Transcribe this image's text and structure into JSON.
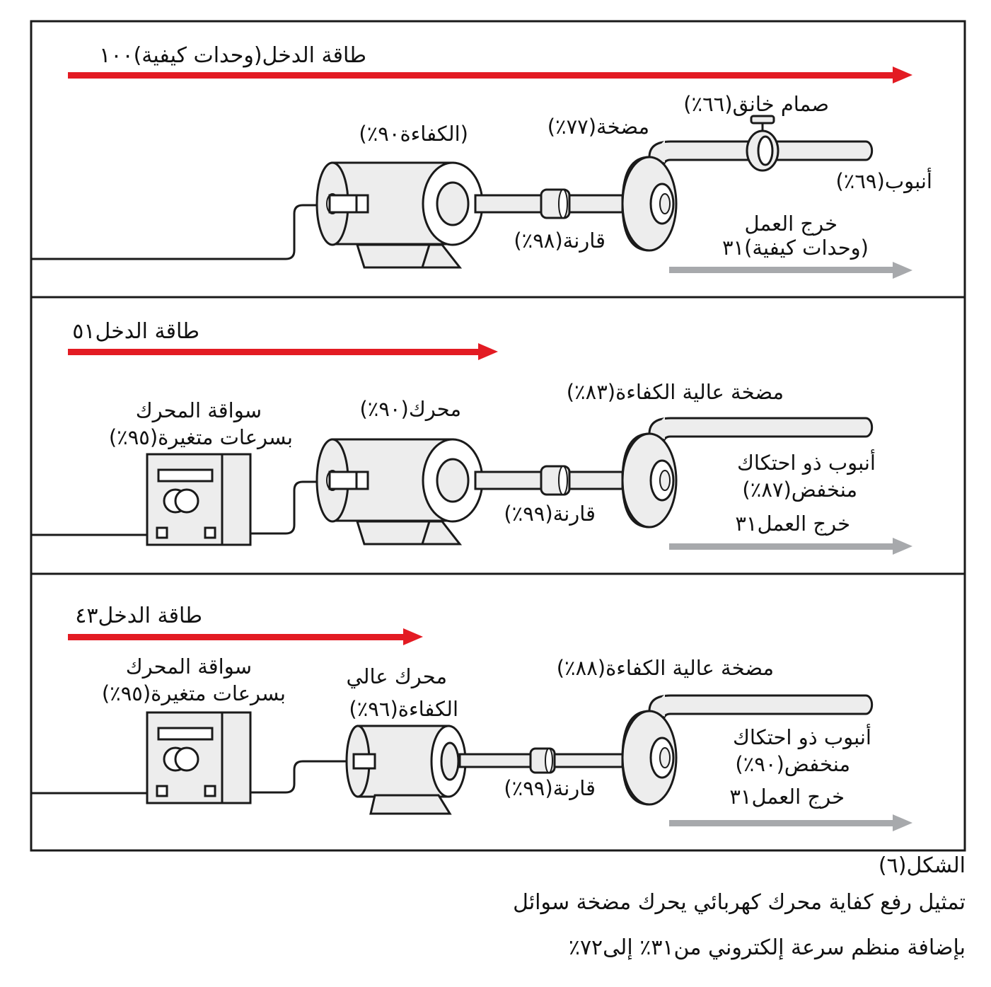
{
  "colors": {
    "input_arrow": "#e31b23",
    "output_arrow": "#a7a9ac",
    "line": "#1a1a1a",
    "fill": "#ededed",
    "fill_dark": "#d6d6d6"
  },
  "panels": [
    {
      "input_label": "طاقة الدخل(وحدات كيفية)١٠٠",
      "input_value": 100,
      "valve": "صمام خانق(٦٦٪)",
      "pump": "مضخة(٧٧٪)",
      "motor": "(الكفاءة٩٠٪)",
      "pipe": "أنبوب(٦٩٪)",
      "coupling": "قارنة(٩٨٪)",
      "output_line1": "خرج العمل",
      "output_line2": "(وحدات كيفية)٣١",
      "output_value": 31
    },
    {
      "input_label": "طاقة الدخل٥١",
      "input_value": 51,
      "drive_line1": "سواقة المحرك",
      "drive_line2": "بسرعات متغيرة(٩٥٪)",
      "motor": "محرك(٩٠٪)",
      "pump": "مضخة عالية الكفاءة(٨٣٪)",
      "pipe_line1": "أنبوب ذو احتكاك",
      "pipe_line2": "منخفض(٨٧٪)",
      "output_label": "خرج العمل٣١",
      "coupling": "قارنة(٩٩٪)",
      "output_value": 31
    },
    {
      "input_label": "طاقة الدخل٤٣",
      "input_value": 43,
      "drive_line1": "سواقة المحرك",
      "drive_line2": "بسرعات متغيرة(٩٥٪)",
      "motor_line1": "محرك عالي",
      "motor_line2": "الكفاءة(٩٦٪)",
      "pump": "مضخة عالية الكفاءة(٨٨٪)",
      "pipe_line1": "أنبوب ذو احتكاك",
      "pipe_line2": "منخفض(٩٠٪)",
      "output_label": "خرج العمل٣١",
      "coupling": "قارنة(٩٩٪)",
      "output_value": 31
    }
  ],
  "caption": {
    "figure": "الشكل(٦)",
    "line1": "تمثيل رفع كفاية محرك كهربائي يحرك مضخة سوائل",
    "line2": "بإضافة منظم سرعة إلكتروني من٣١٪ إلى٧٢٪"
  }
}
